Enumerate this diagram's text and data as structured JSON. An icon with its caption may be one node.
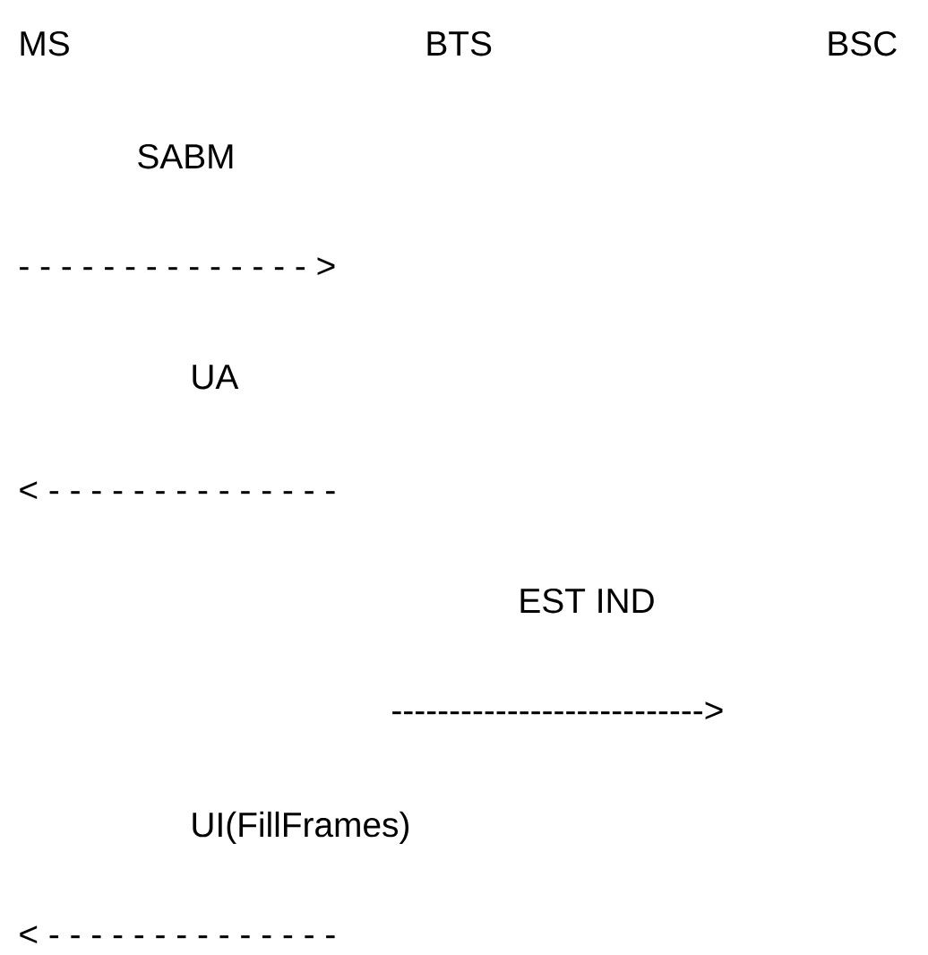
{
  "diagram": {
    "labels": [
      "MS",
      "BTS",
      "BSC",
      "SABM",
      "- - - - - - - - - - - - - - >",
      "UA",
      "< - - - - - - - - - - - - - -",
      "EST IND",
      "--------------------------->",
      "UI(FillFrames)",
      "< - - - - - - - - - - - - - -"
    ]
  }
}
